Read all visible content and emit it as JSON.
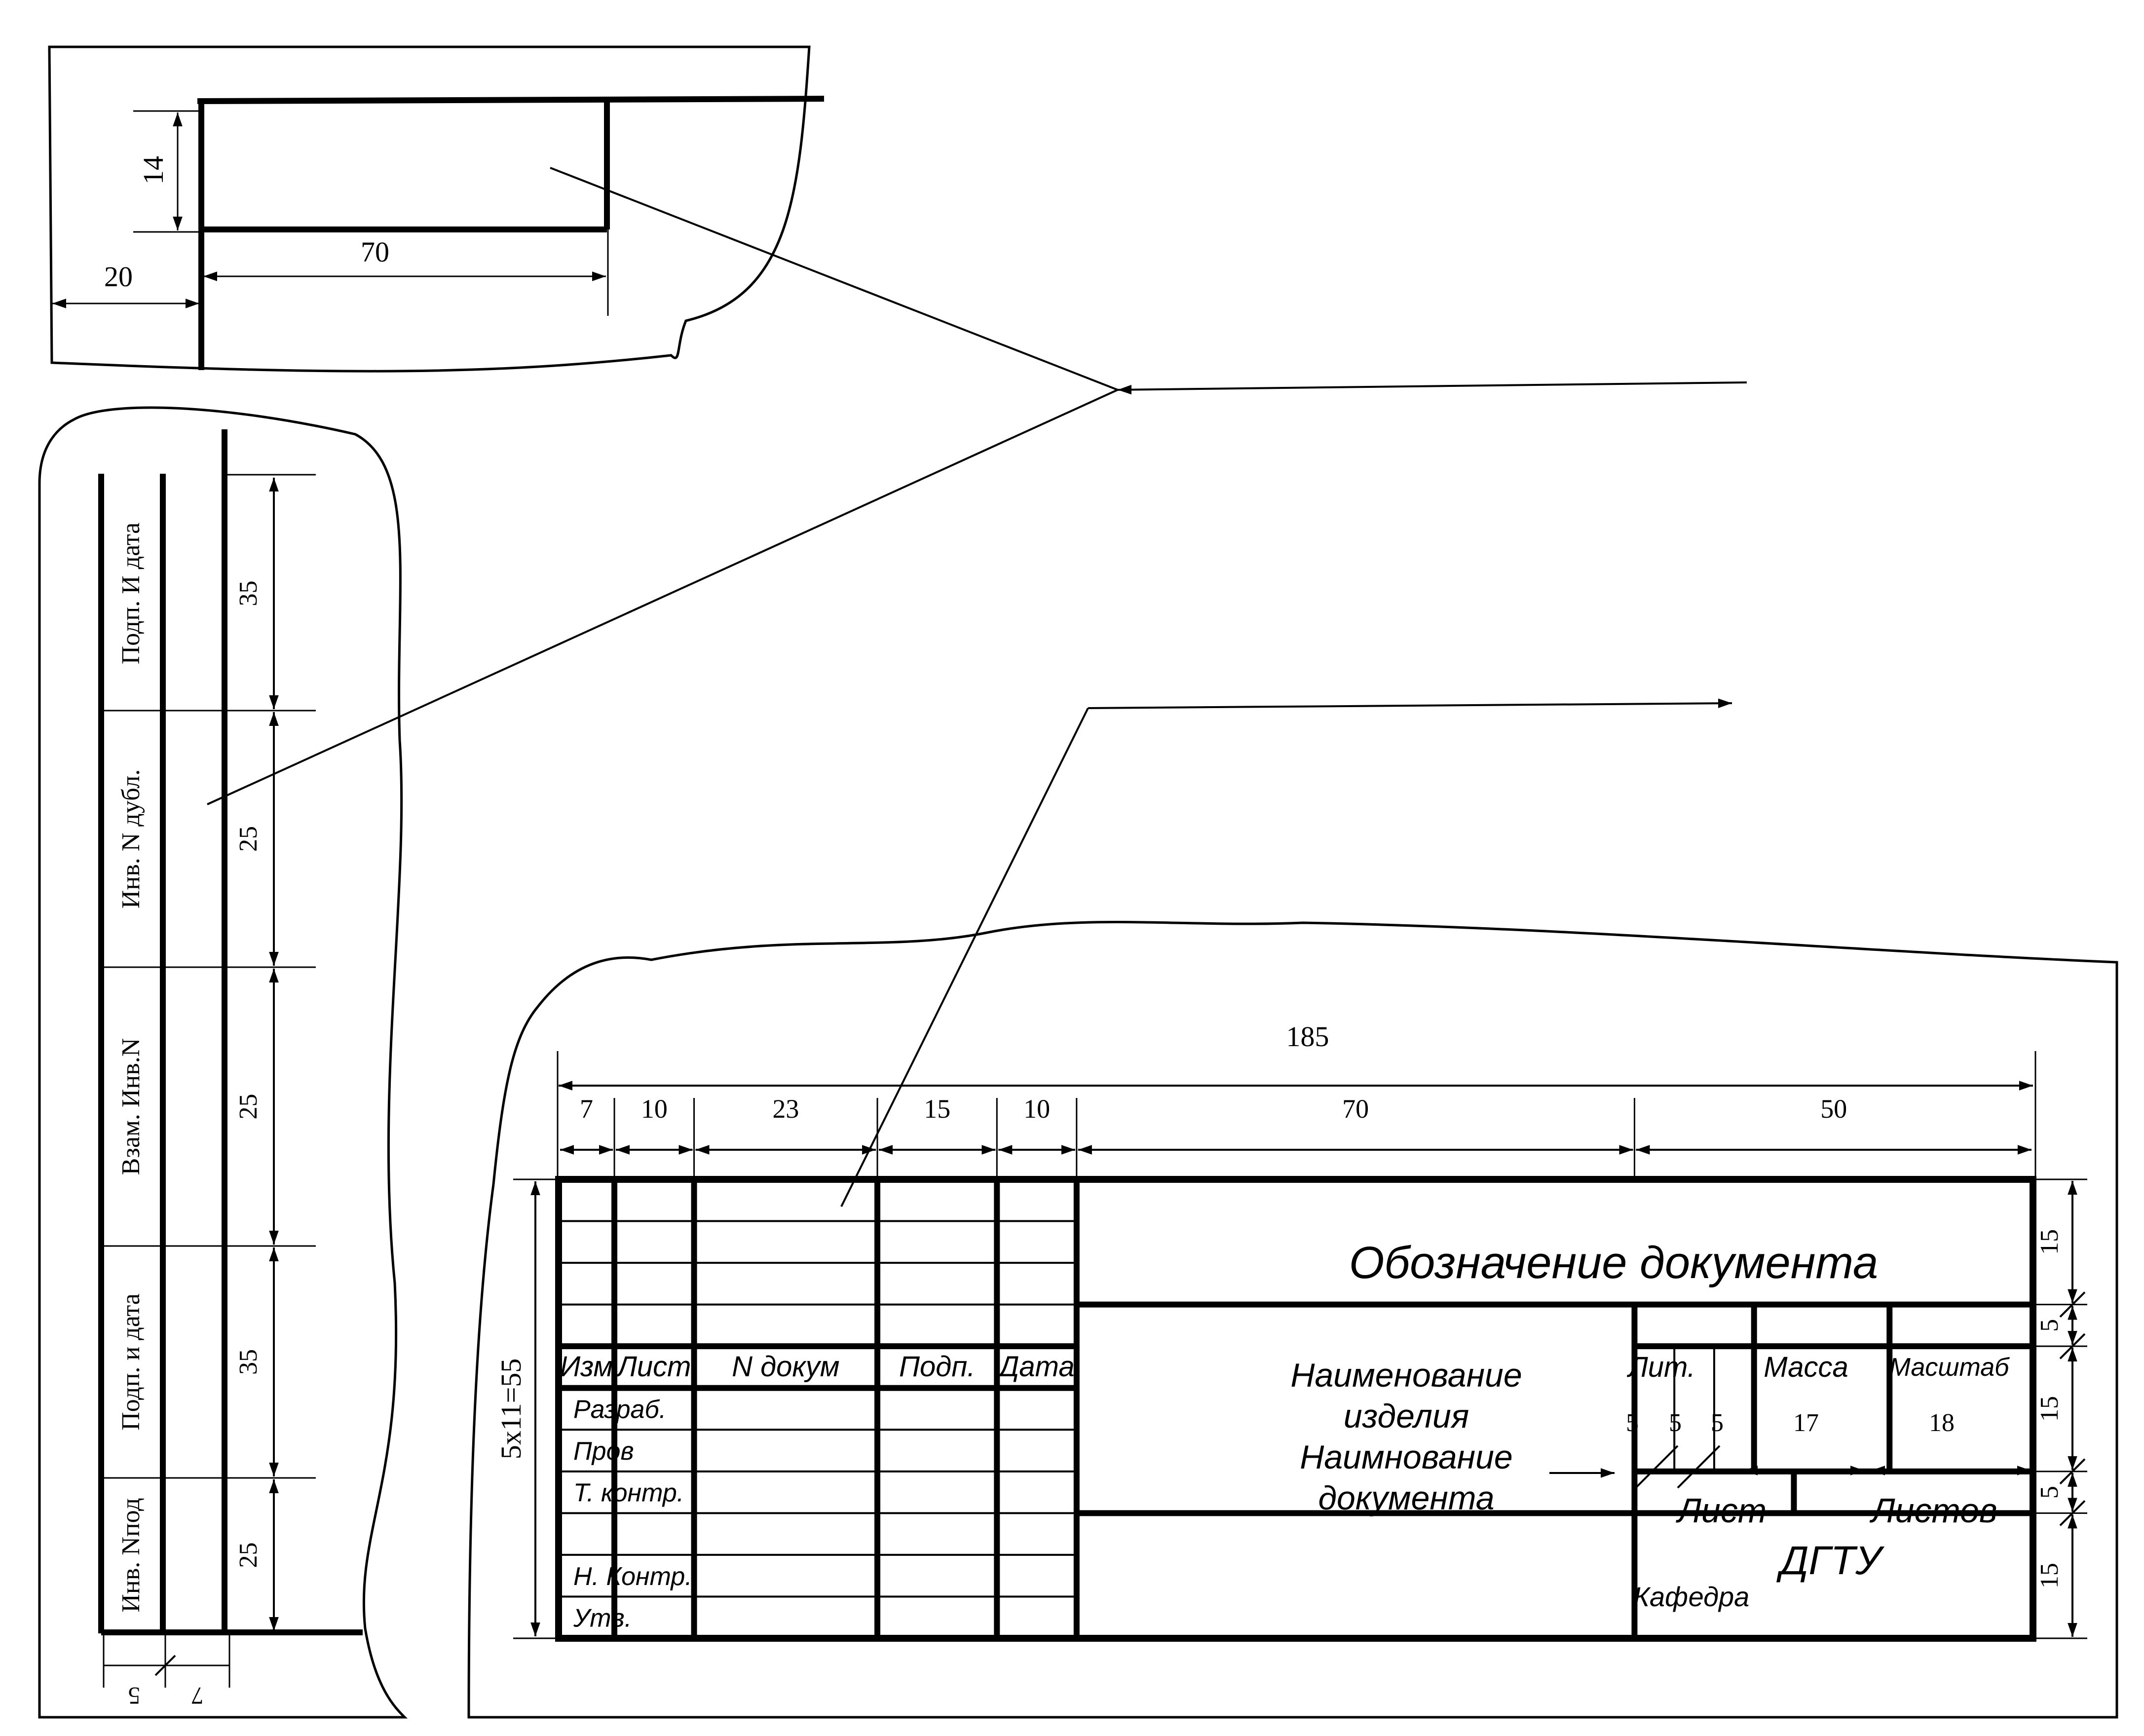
{
  "top_fragment": {
    "dim_height": "14",
    "dim_width": "70",
    "dim_offset": "20"
  },
  "side_strip": {
    "labels": [
      "Подп. И дата",
      "Инв. N дубл.",
      "Взам. Инв.N",
      "Подп. и дата",
      "Инв. Nпод"
    ],
    "dims": [
      "35",
      "25",
      "25",
      "35",
      "25"
    ],
    "bottom_dims": [
      "5",
      "7"
    ]
  },
  "title_block": {
    "total_width": "185",
    "col_widths": [
      "7",
      "10",
      "23",
      "15",
      "10",
      "70",
      "50"
    ],
    "left_height": "5x11=55",
    "right_heights": [
      "15",
      "5",
      "15",
      "5",
      "15"
    ],
    "header_cells": [
      "Изм",
      "Лист",
      "N докум",
      "Подп.",
      "Дата"
    ],
    "row_labels": [
      "Разраб.",
      "Пров",
      "Т. контр.",
      "Н. Контр.",
      "Утв."
    ],
    "designation": "Обозначение  документа",
    "product_name": [
      "Наименование",
      "изделия",
      "Наимнование",
      "документа"
    ],
    "lit": "Лит.",
    "mass": "Масса",
    "scale": "Масштаб",
    "lit_dims": [
      "5",
      "5",
      "5"
    ],
    "mass_dim": "17",
    "scale_dim": "18",
    "sheet": "Лист",
    "sheets": "Листов",
    "org": "ДГТУ",
    "dept": "Кафедра"
  }
}
